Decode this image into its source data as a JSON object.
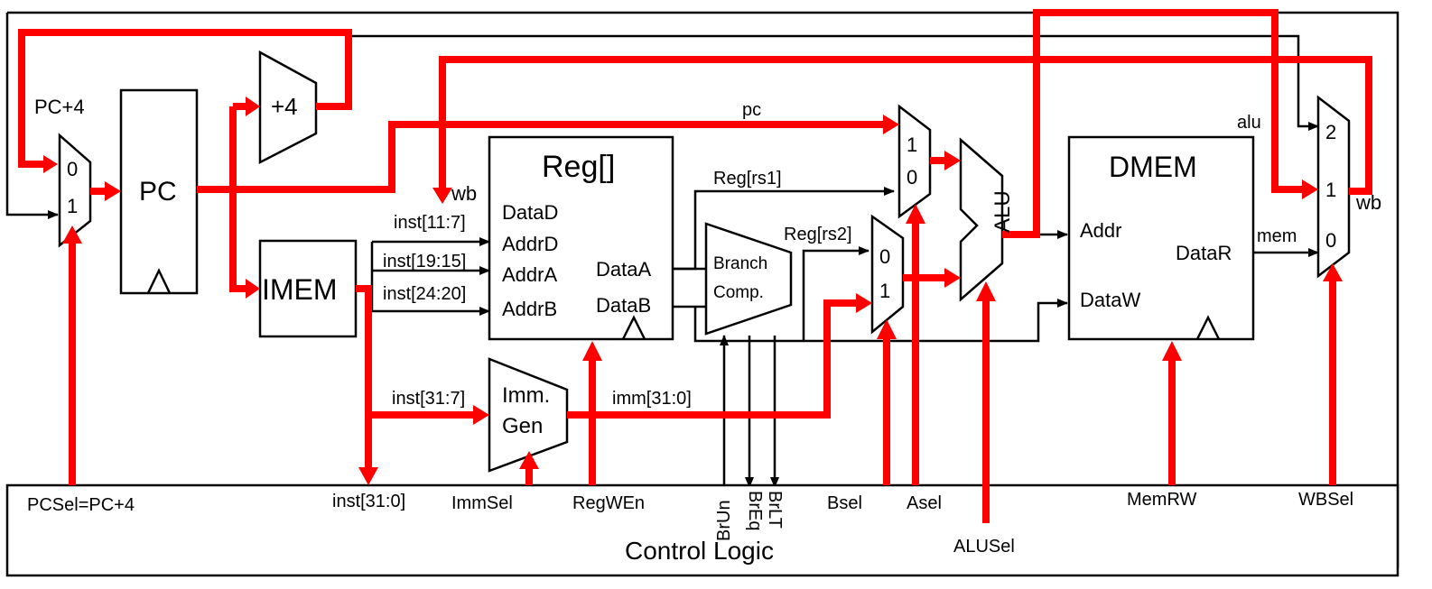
{
  "diagram": {
    "pc_plus4": "PC+4",
    "pc_block": "PC",
    "adder": "+4",
    "imem": "IMEM",
    "regfile": {
      "title": "Reg[]",
      "ports_in": [
        "DataD",
        "AddrD",
        "AddrA",
        "AddrB"
      ],
      "ports_out": [
        "DataA",
        "DataB"
      ]
    },
    "immgen": [
      "Imm.",
      "Gen"
    ],
    "branch": [
      "Branch",
      "Comp."
    ],
    "alu": "ALU",
    "dmem": {
      "title": "DMEM",
      "ports_in": [
        "Addr",
        "DataW"
      ],
      "port_out": "DataR"
    },
    "mux_pc": [
      "0",
      "1"
    ],
    "mux_a": [
      "1",
      "0"
    ],
    "mux_b": [
      "0",
      "1"
    ],
    "mux_wb": [
      "2",
      "1",
      "0"
    ],
    "wires": {
      "wb": "wb",
      "wb_right": "wb",
      "pc": "pc",
      "rs1": "Reg[rs1]",
      "rs2": "Reg[rs2]",
      "inst_11_7": "inst[11:7]",
      "inst_19_15": "inst[19:15]",
      "inst_24_20": "inst[24:20]",
      "inst_31_7": "inst[31:7]",
      "imm": "imm[31:0]",
      "alu": "alu",
      "mem": "mem"
    },
    "control": {
      "title": "Control Logic",
      "pcsel": "PCSel=PC+4",
      "inst": "inst[31:0]",
      "immsel": "ImmSel",
      "regwen": "RegWEn",
      "brun": "BrUn",
      "breq": "BrEq",
      "brlt": "BrLT",
      "bsel": "Bsel",
      "asel": "Asel",
      "alusel": "ALUSel",
      "memrw": "MemRW",
      "wbsel": "WBSel"
    }
  }
}
